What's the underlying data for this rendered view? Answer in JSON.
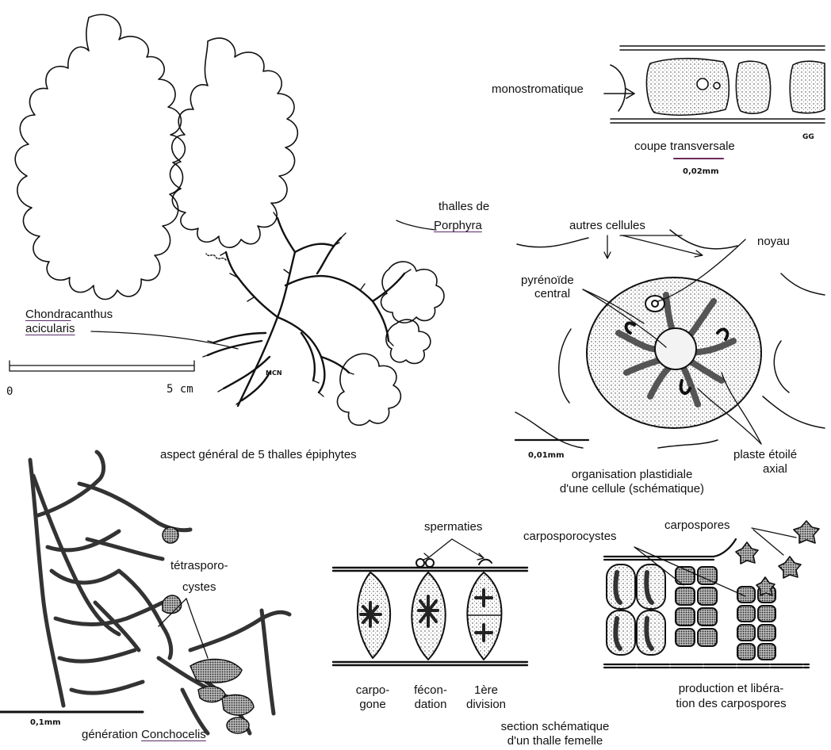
{
  "porphyra": {
    "label_line1": "thalles de",
    "label_line2": "Porphyra",
    "chondra_line1_a": "Chondra",
    "chondra_line1_b": "canthus",
    "chondra_line2": "acicularis",
    "scale_zero": "0",
    "scale_end": "5 cm",
    "signature": "MCN",
    "caption": "aspect général de 5 thalles épiphytes"
  },
  "section": {
    "arrow_label": "monostromatique",
    "caption": "coupe transversale",
    "scale": "0,02mm",
    "initials": "GG"
  },
  "cell": {
    "autres": "autres cellules",
    "noyau": "noyau",
    "pyrenoide_1": "pyrénoïde",
    "pyrenoide_2": "central",
    "plaste_1": "plaste étoilé",
    "plaste_2": "axial",
    "scale": "0,01mm",
    "caption_1": "organisation plastidiale",
    "caption_2": "d'une cellule (schématique)"
  },
  "conchocelis": {
    "tetra_1": "tétrasporo-",
    "tetra_2": "cystes",
    "scale": "0,1mm",
    "caption_a": "génération",
    "caption_b": "Conchocelis"
  },
  "female": {
    "spermaties": "spermaties",
    "col1_1": "carpo-",
    "col1_2": "gone",
    "col2_1": "fécon-",
    "col2_2": "dation",
    "col3_1": "1ère",
    "col3_2": "division",
    "caption_1": "section schématique",
    "caption_2": "d'un thalle femelle"
  },
  "carpo": {
    "carposporocystes": "carposporocystes",
    "carpospores": "carpospores",
    "caption_1": "production et libéra-",
    "caption_2": "tion des carpospores"
  }
}
